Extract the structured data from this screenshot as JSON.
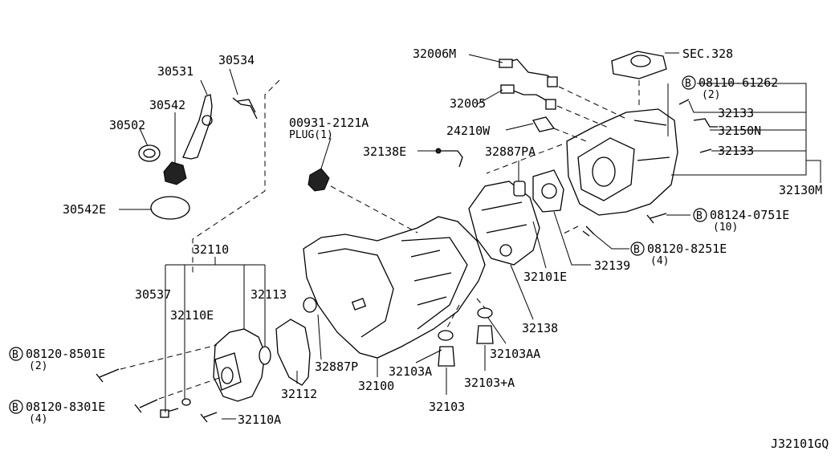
{
  "diagram_code": "J32101GQ",
  "labels": {
    "p30531": "30531",
    "p30534": "30534",
    "p30542": "30542",
    "p30502": "30502",
    "p30542E": "30542E",
    "p32110": "32110",
    "p30537": "30537",
    "p32110E": "32110E",
    "p32113": "32113",
    "p32112": "32112",
    "p32887P": "32887P",
    "p32100": "32100",
    "p32110A": "32110A",
    "p00931": "00931-2121A",
    "plug": "PLUG(1)",
    "p32138E": "32138E",
    "p32887PA": "32887PA",
    "p32101E": "32101E",
    "p32138": "32138",
    "p32139": "32139",
    "p32103A": "32103A",
    "p32103": "32103",
    "p32103plusA": "32103+A",
    "p32103AA": "32103AA",
    "p32006M": "32006M",
    "p32005": "32005",
    "p24210W": "24210W",
    "sec328": "SEC.328",
    "p32133a": "32133",
    "p32150N": "32150N",
    "p32133b": "32133",
    "p32130M": "32130M",
    "b08110": "08110-61262",
    "b08110qty": "(2)",
    "b08124": "08124-0751E",
    "b08124qty": "(10)",
    "b08120_8251": "08120-8251E",
    "b08120_8251qty": "(4)",
    "b08120_8501": "08120-8501E",
    "b08120_8501qty": "(2)",
    "b08120_8301": "08120-8301E",
    "b08120_8301qty": "(4)",
    "bolt_symbol": "B"
  }
}
